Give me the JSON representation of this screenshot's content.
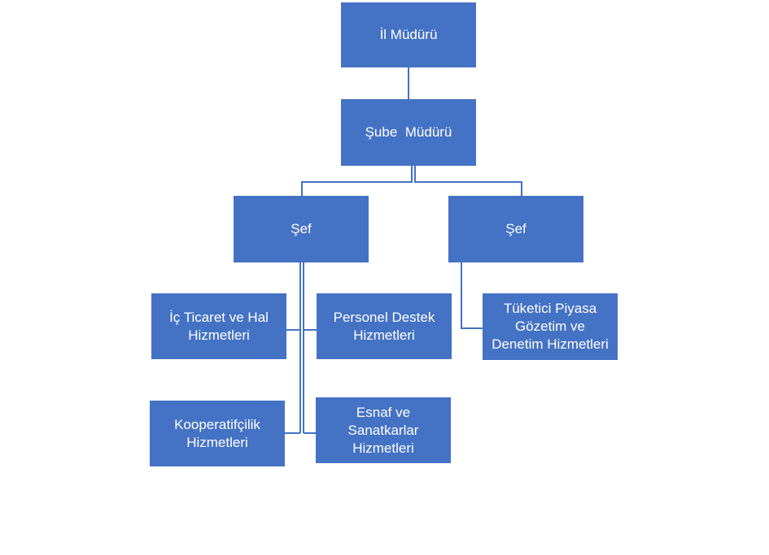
{
  "diagram": {
    "title": "",
    "line_color": "#4472c4",
    "box_color": "#4472c4",
    "text_color": "#ffffff",
    "nodes": {
      "il_muduru": "İl Müdürü",
      "sube_muduru": "Şube  Müdürü",
      "sef_left": "Şef",
      "sef_right": "Şef",
      "ic_ticaret": "İç Ticaret ve Hal\nHizmetleri",
      "personel_destek": "Personel Destek\nHizmetleri",
      "kooperatifcilik": "Kooperatifçilik\nHizmetleri",
      "esnaf_sanatkarlar": "Esnaf ve\nSanatkarlar\nHizmetleri",
      "tuketici_piyasa": "Tüketici Piyasa\nGözetim ve\nDenetim Hizmetleri"
    },
    "edges": [
      {
        "from": "il_muduru",
        "to": "sube_muduru"
      },
      {
        "from": "sube_muduru",
        "to": "sef_left"
      },
      {
        "from": "sube_muduru",
        "to": "sef_right"
      },
      {
        "from": "sef_left",
        "to": "ic_ticaret"
      },
      {
        "from": "sef_left",
        "to": "personel_destek"
      },
      {
        "from": "sef_left",
        "to": "kooperatifcilik"
      },
      {
        "from": "sef_left",
        "to": "esnaf_sanatkarlar"
      },
      {
        "from": "sef_right",
        "to": "tuketici_piyasa"
      }
    ]
  }
}
